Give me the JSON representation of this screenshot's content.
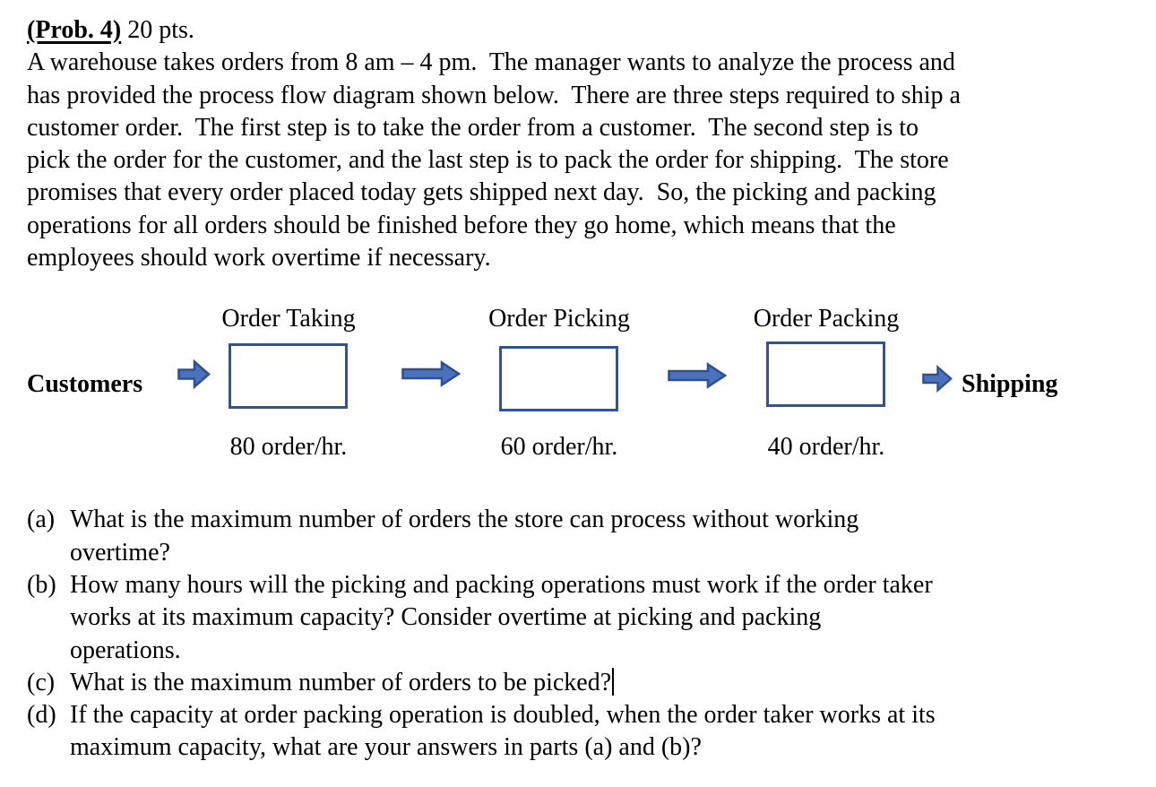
{
  "title": {
    "problem": "(Prob. 4)",
    "points": " 20 pts."
  },
  "paragraph_lines": [
    "A warehouse takes orders from 8 am – 4 pm.  The manager wants to analyze the process and",
    "has provided the process flow diagram shown below.  There are three steps required to ship a",
    "customer order.  The first step is to take the order from a customer.  The second step is to",
    "pick the order for the customer, and the last step is to pack the order for shipping.  The store",
    "promises that every order placed today gets shipped next day.  So, the picking and packing",
    "operations for all orders should be finished before they go home, which means that the",
    "employees should work overtime if necessary."
  ],
  "diagram": {
    "source_label": "Customers",
    "sink_label": "Shipping",
    "steps": [
      {
        "name": "Order Taking",
        "rate": "80 order/hr."
      },
      {
        "name": "Order Picking",
        "rate": "60 order/hr."
      },
      {
        "name": "Order Packing",
        "rate": "40 order/hr."
      }
    ],
    "colors": {
      "arrow_fill": "#4C72BE",
      "arrow_stroke": "#31508F",
      "box_border": "#2F5496"
    }
  },
  "questions": [
    {
      "marker": "(a)",
      "lines": [
        "What is the maximum number of orders the store can process without working",
        "overtime?"
      ]
    },
    {
      "marker": "(b)",
      "lines": [
        "How many hours will the picking and packing operations must work if the order taker",
        "works at its maximum capacity? Consider overtime at picking and packing",
        "operations."
      ]
    },
    {
      "marker": "(c)",
      "lines": [
        "What is the maximum number of orders to be picked?"
      ],
      "has_cursor": true
    },
    {
      "marker": "(d)",
      "lines": [
        "If the capacity at order packing operation is doubled, when the order taker works at its",
        "maximum capacity, what are your answers in parts (a) and (b)?"
      ]
    }
  ]
}
